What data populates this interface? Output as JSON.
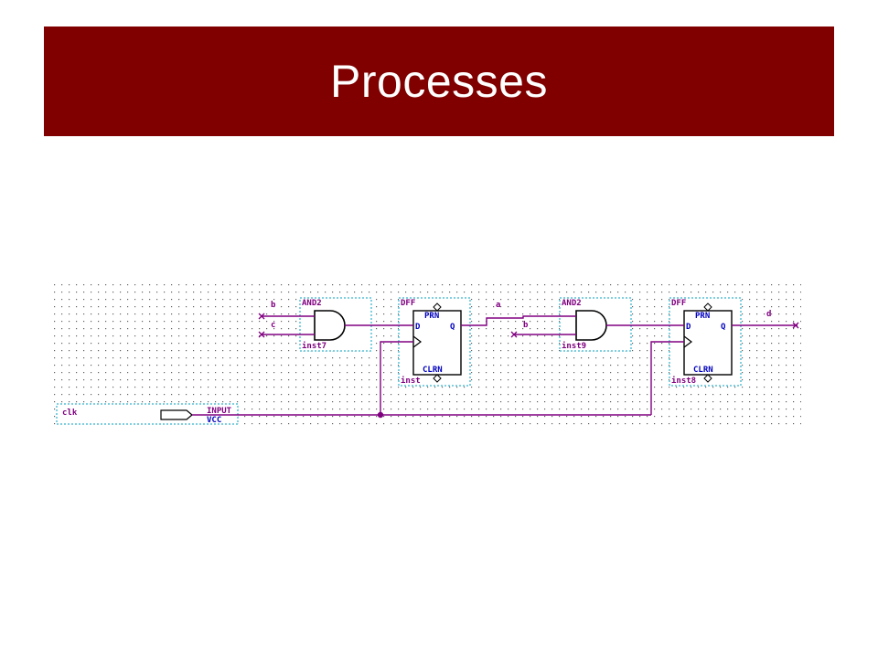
{
  "slide": {
    "title": "Processes"
  },
  "schematic": {
    "wire_color": "#800080",
    "gate_border_color": "#00a0c0",
    "pin_color": "#0000c0",
    "inputs": {
      "b1": "b",
      "c": "c",
      "a": "a",
      "b2": "b",
      "d": "d"
    },
    "and_gate_1": {
      "type": "AND2",
      "instance": "inst7"
    },
    "dff_1": {
      "type": "DFF",
      "instance": "inst",
      "pin_d": "D",
      "pin_q": "Q",
      "pin_prn": "PRN",
      "pin_clrn": "CLRN"
    },
    "and_gate_2": {
      "type": "AND2",
      "instance": "inst9"
    },
    "dff_2": {
      "type": "DFF",
      "instance": "inst8",
      "pin_d": "D",
      "pin_q": "Q",
      "pin_prn": "PRN",
      "pin_clrn": "CLRN"
    },
    "clock_input": {
      "net": "clk",
      "type": "INPUT",
      "default": "VCC"
    }
  }
}
